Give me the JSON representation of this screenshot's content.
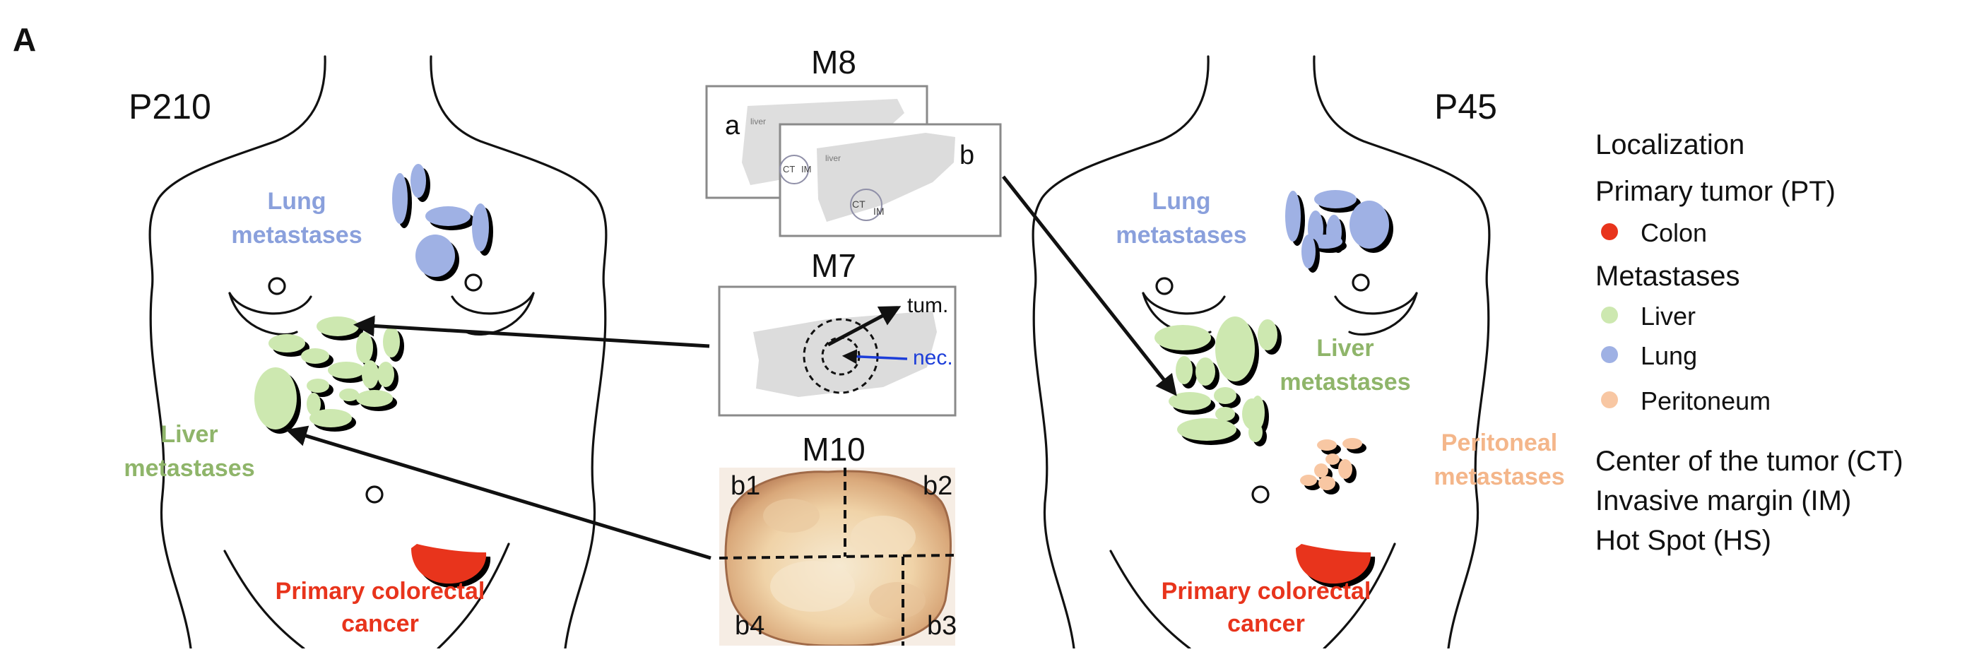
{
  "panel_label": "A",
  "left_patient": {
    "id": "P210",
    "lung_label": [
      "Lung",
      "metastases"
    ],
    "liver_label": [
      "Liver",
      "metastases"
    ],
    "primary_label": [
      "Primary colorectal",
      "cancer"
    ]
  },
  "right_patient": {
    "id": "P45",
    "lung_label": [
      "Lung",
      "metastases"
    ],
    "liver_label": [
      "Liver",
      "metastases"
    ],
    "peritoneal_label": [
      "Peritoneal",
      "metastases"
    ],
    "primary_label": [
      "Primary colorectal",
      "cancer"
    ]
  },
  "center": {
    "m8": {
      "title": "M8",
      "slide_a": "a",
      "slide_b": "b",
      "slide_liver_text": "liver",
      "slide_ct": "CT",
      "slide_im": "IM"
    },
    "m7": {
      "title": "M7",
      "tum": "tum.",
      "nec": "nec."
    },
    "m10": {
      "title": "M10",
      "b1": "b1",
      "b2": "b2",
      "b3": "b3",
      "b4": "b4"
    }
  },
  "legend": {
    "title": "Localization",
    "primary_heading": "Primary tumor (PT)",
    "primary_items": [
      {
        "label": "Colon",
        "color": "#e8341c"
      }
    ],
    "metastases_heading": "Metastases",
    "metastases_items": [
      {
        "label": "Liver",
        "color": "#cde8b0"
      },
      {
        "label": "Lung",
        "color": "#9fb1e4"
      },
      {
        "label": "Peritoneum",
        "color": "#f8c7a3"
      }
    ],
    "regions": [
      "Center of the tumor (CT)",
      "Invasive margin (IM)",
      "Hot Spot (HS)"
    ]
  },
  "colors": {
    "lung": "#9fb1e4",
    "liver": "#cde8b0",
    "peritoneum": "#f8c7a3",
    "colon": "#e8341c",
    "lung_text": "#8aa0dc",
    "liver_text": "#8fb56a",
    "peritoneal_text": "#f4b68a",
    "primary_text": "#e8341c",
    "nec_text": "#1d3ed9"
  }
}
